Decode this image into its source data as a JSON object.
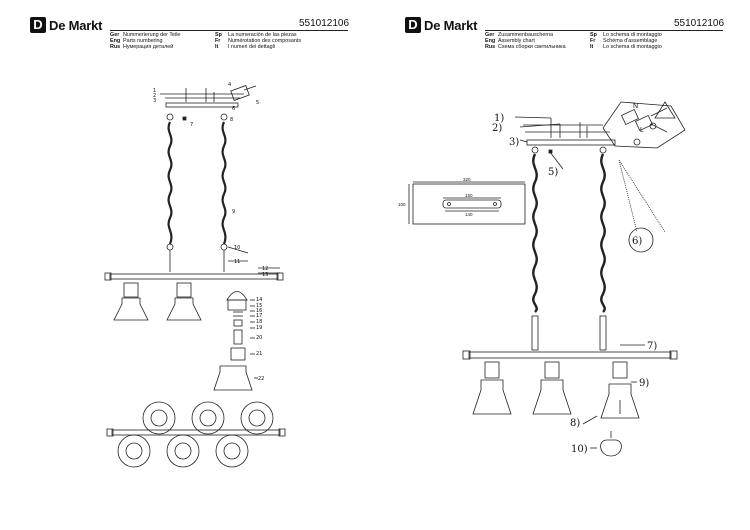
{
  "brand": {
    "logo_letter": "D",
    "name": "De Markt"
  },
  "doc_number": "551012106",
  "left_header": {
    "col1": [
      {
        "code": "Ger",
        "text": "Nummerierung der Teile"
      },
      {
        "code": "Eng",
        "text": "Parts numbering"
      },
      {
        "code": "Rus",
        "text": "Нумерация деталей"
      }
    ],
    "col2": [
      {
        "code": "Sp",
        "text": "La numeración de las piezas"
      },
      {
        "code": "Fr",
        "text": "Numérotation des composants"
      },
      {
        "code": "It",
        "text": "I numeri dei dettagli"
      }
    ]
  },
  "right_header": {
    "col1": [
      {
        "code": "Ger",
        "text": "Zusammenbauscherna"
      },
      {
        "code": "Eng",
        "text": "Assembly chart"
      },
      {
        "code": "Rus",
        "text": "Схема сборки светильника"
      }
    ],
    "col2": [
      {
        "code": "Sp",
        "text": "Lo schema di montaggio"
      },
      {
        "code": "Fr",
        "text": "Schéma d'assemblage"
      },
      {
        "code": "It",
        "text": "Lo schema di montaggio"
      }
    ]
  },
  "left_part_numbers": [
    "1",
    "2",
    "3",
    "4",
    "5",
    "6",
    "7",
    "8",
    "9",
    "10",
    "11",
    "12",
    "13",
    "14",
    "15",
    "16",
    "17",
    "18",
    "19",
    "20",
    "21",
    "22"
  ],
  "right_step_labels": [
    "1)",
    "2)",
    "3)",
    "5)",
    "6)",
    "7)",
    "8)",
    "9)",
    "10)"
  ],
  "wiring_labels": {
    "n": "N",
    "l": "L"
  },
  "plate_dims": {
    "width": "320",
    "height": "100",
    "hole_a": "150",
    "hole_b": "140"
  }
}
